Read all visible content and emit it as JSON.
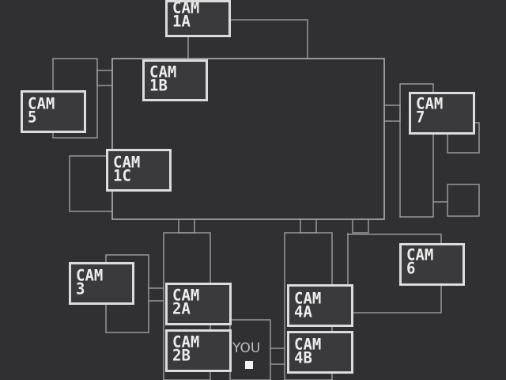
{
  "map": {
    "cameras": [
      {
        "id": "1A",
        "label": "CAM",
        "number": "1A"
      },
      {
        "id": "1B",
        "label": "CAM",
        "number": "1B"
      },
      {
        "id": "1C",
        "label": "CAM",
        "number": "1C"
      },
      {
        "id": "5",
        "label": "CAM",
        "number": "5"
      },
      {
        "id": "7",
        "label": "CAM",
        "number": "7"
      },
      {
        "id": "3",
        "label": "CAM",
        "number": "3"
      },
      {
        "id": "6",
        "label": "CAM",
        "number": "6"
      },
      {
        "id": "2A",
        "label": "CAM",
        "number": "2A"
      },
      {
        "id": "2B",
        "label": "CAM",
        "number": "2B"
      },
      {
        "id": "4A",
        "label": "CAM",
        "number": "4A"
      },
      {
        "id": "4B",
        "label": "CAM",
        "number": "4B"
      }
    ],
    "you_label": "YOU",
    "colors": {
      "background": "#303033",
      "room_outline": "#a9a9ad",
      "button_border": "#dcdcdc",
      "button_text": "#ececec"
    }
  }
}
